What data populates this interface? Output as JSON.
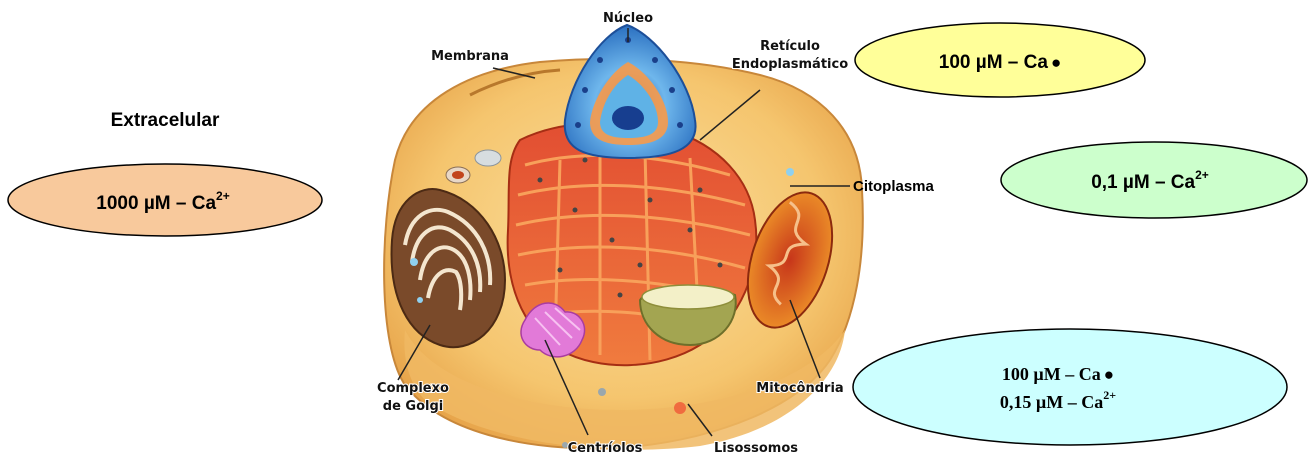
{
  "labels": {
    "extracelular": "Extracelular",
    "nucleo": "Núcleo",
    "membrana": "Membrana",
    "reticulo_l1": "Retículo",
    "reticulo_l2": "Endoplasmático",
    "citoplasma": "Citoplasma",
    "golgi_l1": "Complexo",
    "golgi_l2": "de Golgi",
    "mitocondria": "Mitocôndria",
    "centriolos": "Centríolos",
    "lisossomos": "Lisossomos"
  },
  "ellipses": {
    "extracellular": {
      "value": "1000 µM – Ca",
      "sup": "2+",
      "fill": "#f8c99c"
    },
    "reticulum": {
      "value": "100 µM – Ca",
      "symbol": "●",
      "fill": "#ffff99"
    },
    "cytoplasm": {
      "value": "0,1 µM – Ca",
      "sup": "2+",
      "fill": "#ccffcc"
    },
    "mitochondria": {
      "line1_value": "100 µM – Ca",
      "line1_symbol": "●",
      "line2_value": "0,15 µM – Ca",
      "line2_sup": "2+",
      "fill": "#ccffff"
    }
  },
  "colors": {
    "cytoplasm": "#f5c56e",
    "nucleus": "#3e8ed8",
    "reticulum": "#dd4a2c",
    "golgi": "#7a4a2a",
    "mitochondria": "#e8561e",
    "centrioles": "#e27ad8",
    "vacuole": "#b8b868"
  }
}
